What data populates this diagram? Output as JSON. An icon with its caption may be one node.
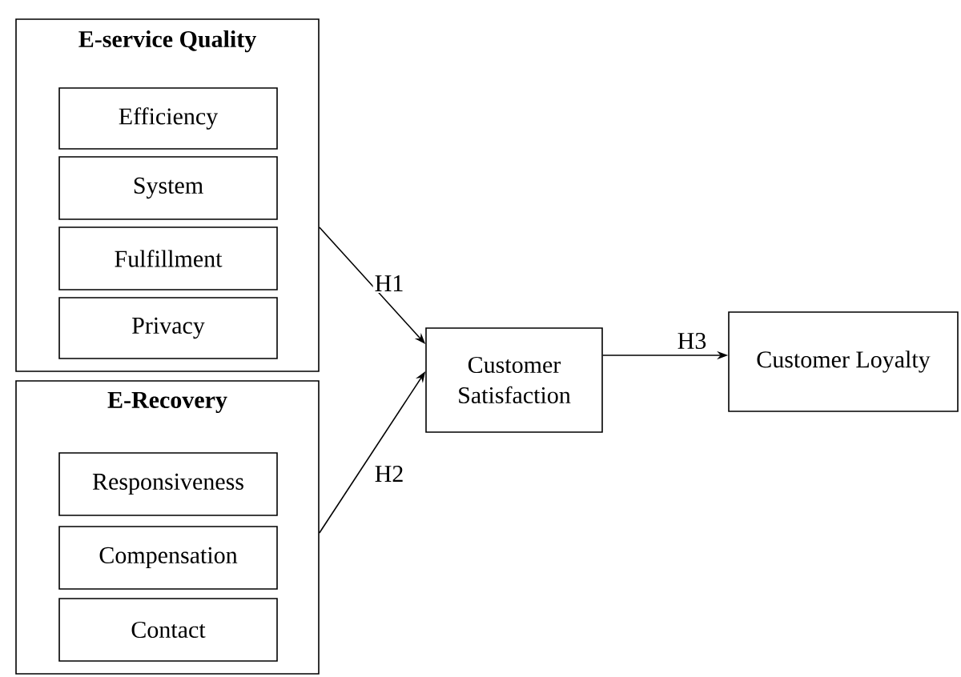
{
  "diagram": {
    "nodes": [
      {
        "text": [
          "E-service Quality"
        ]
      },
      {
        "text": [
          "Efficiency"
        ],
        "in": 0
      },
      {
        "text": [
          "System"
        ],
        "in": 0
      },
      {
        "text": [
          "Fulfillment"
        ],
        "in": 0
      },
      {
        "text": [
          "Privacy"
        ],
        "in": 0
      },
      {
        "text": [
          "E-Recovery"
        ]
      },
      {
        "text": [
          "Responsiveness"
        ],
        "in": 5
      },
      {
        "text": [
          "Compensation"
        ],
        "in": 5
      },
      {
        "text": [
          "Contact"
        ],
        "in": 5
      },
      {
        "text": [
          "Customer Satisfaction"
        ]
      },
      {
        "text": [
          "Customer Loyalty"
        ]
      }
    ],
    "edges": [
      {
        "from": 0,
        "to": 9,
        "arrow": "to",
        "label": "H1"
      },
      {
        "from": 5,
        "to": 9,
        "arrow": "to",
        "label": "H2"
      },
      {
        "from": 9,
        "to": 10,
        "arrow": "to",
        "label": "H3"
      }
    ]
  }
}
